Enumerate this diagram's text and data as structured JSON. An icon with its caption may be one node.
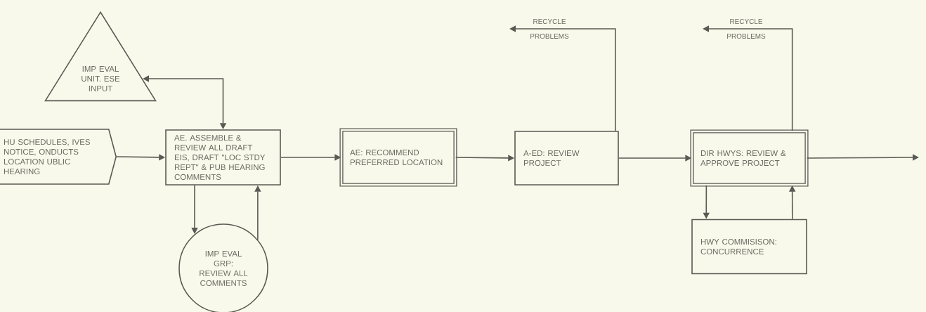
{
  "diagram": {
    "nodes": [
      {
        "text": [
          "IMP EVAL UNIT. ESE INPUT"
        ]
      },
      {
        "text": [
          "HU SCHEDULES, IVES NOTICE, ONDUCTS LOCATION UBLIC HEARING"
        ]
      },
      {
        "text": [
          "AE. ASSEMBLE & REVIEW ALL DRAFT EIS, DRAFT \"LOC STDY REPT\" & PUB HEARING COMMENTS"
        ]
      },
      {
        "text": [
          "IMP EVAL GRP: REVIEW ALL COMMENTS"
        ]
      },
      {
        "text": [
          "AE: RECOMMEND PREFERRED LOCATION"
        ]
      },
      {
        "text": [
          "A-ED: REVIEW PROJECT"
        ]
      },
      {
        "text": [
          "DIR HWYS: REVIEW & APPROVE PROJECT"
        ]
      },
      {
        "text": [
          "HWY COMMISISON: CONCURRENCE"
        ]
      }
    ],
    "edges": [
      {
        "from": 2,
        "to": 0,
        "arrow": "both"
      },
      {
        "from": 1,
        "to": 2,
        "arrow": "to"
      },
      {
        "from": 2,
        "to": 3,
        "arrow": "to"
      },
      {
        "from": 3,
        "to": 2,
        "arrow": "to"
      },
      {
        "from": 2,
        "to": 4,
        "arrow": "to"
      },
      {
        "from": 4,
        "to": 5,
        "arrow": "to"
      },
      {
        "from": 5,
        "to": null,
        "arrow": "to",
        "label": "RECYCLE PROBLEMS"
      },
      {
        "from": 5,
        "to": 6,
        "arrow": "to"
      },
      {
        "from": 6,
        "to": null,
        "arrow": "to",
        "label": "RECYCLE PROBLEMS"
      },
      {
        "from": 6,
        "to": null,
        "arrow": "to"
      },
      {
        "from": 6,
        "to": 7,
        "arrow": "to"
      },
      {
        "from": 7,
        "to": 6,
        "arrow": "to"
      }
    ]
  }
}
